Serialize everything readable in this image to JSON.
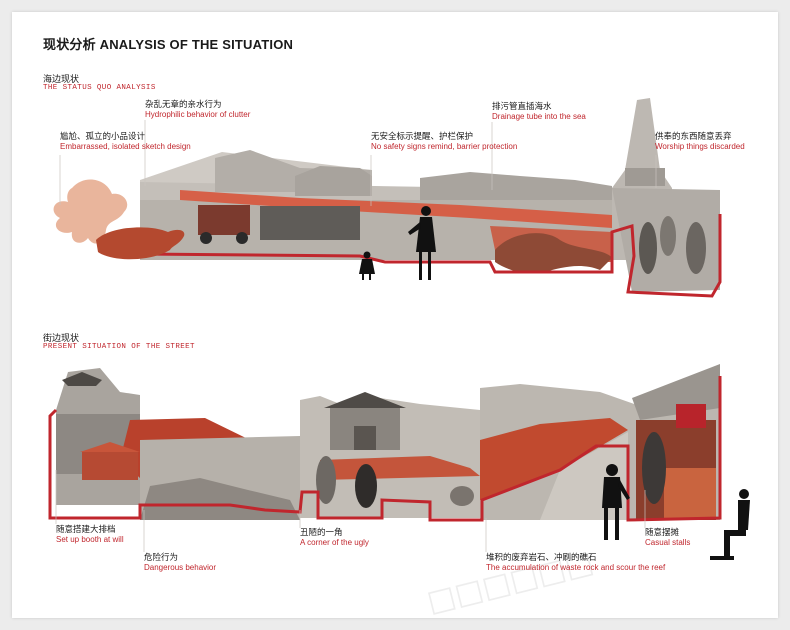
{
  "title": "现状分析 ANALYSIS OF THE SITUATION",
  "sections": {
    "coast": {
      "title_cn": "海边现状",
      "title_en": "THE STATUS QUO ANALYSIS"
    },
    "street": {
      "title_cn": "街边现状",
      "title_en": "PRESENT SITUATION OF THE STREET"
    }
  },
  "annotations": {
    "a1": {
      "cn": "尴尬、孤立的小品设计",
      "en": "Embarrassed, isolated sketch design"
    },
    "a2": {
      "cn": "杂乱无章的亲水行为",
      "en": "Hydrophilic behavior of clutter"
    },
    "a3": {
      "cn": "无安全标示提醒、护栏保护",
      "en": "No safety signs remind, barrier protection"
    },
    "a4": {
      "cn": "排污管直插海水",
      "en": "Drainage tube into the sea"
    },
    "a5": {
      "cn": "供奉的东西随意丢弃",
      "en": "Worship things discarded"
    },
    "b1": {
      "cn": "随意搭建大排档",
      "en": "Set up booth at will"
    },
    "b2": {
      "cn": "危险行为",
      "en": "Dangerous behavior"
    },
    "b3": {
      "cn": "丑陋的一角",
      "en": "A corner of the ugly"
    },
    "b4": {
      "cn": "堆积的废弃岩石、冲刷的礁石",
      "en": "The accumulation of waste rock and scour the reef"
    },
    "b5": {
      "cn": "随意摆摊",
      "en": "Casual stalls"
    }
  },
  "colors": {
    "accent": "#c0262d",
    "collage_gray": "#b9b5b0",
    "highlight": "#d8553c"
  }
}
